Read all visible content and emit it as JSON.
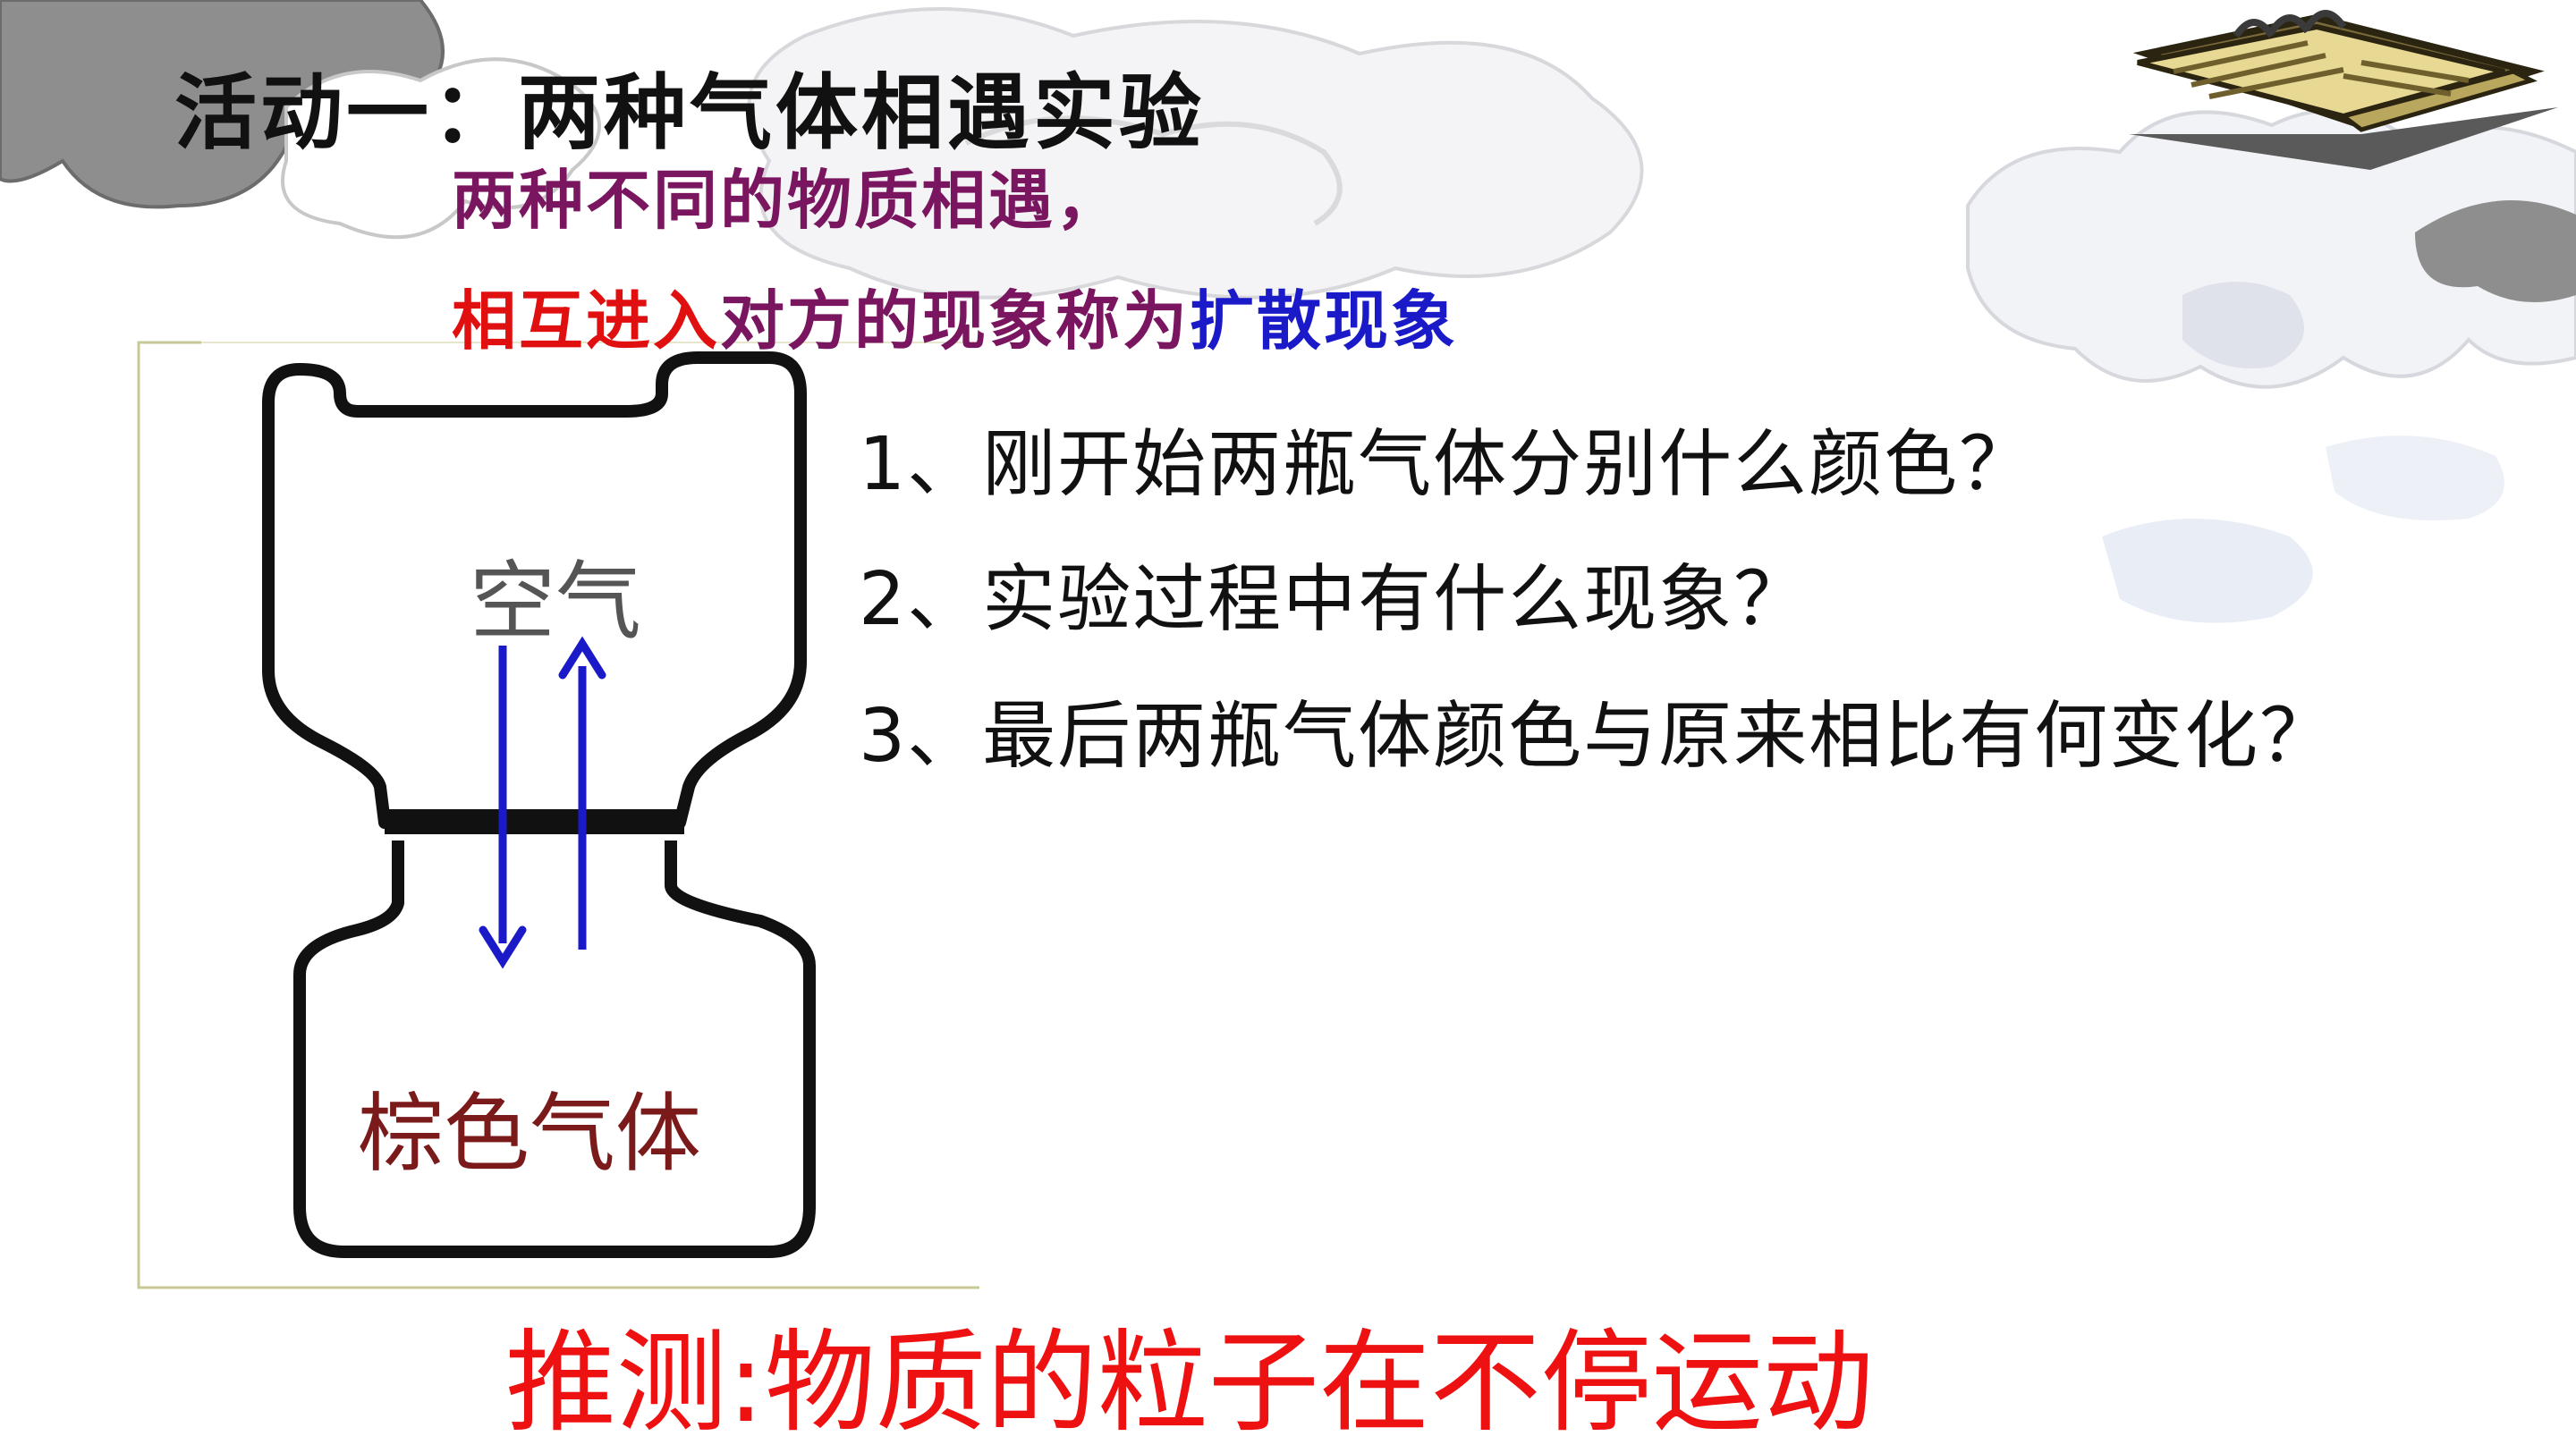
{
  "slide": {
    "title": "活动一：两种气体相遇实验",
    "definition": {
      "line1": "两种不同的物质相遇，",
      "line2_part1": "相互进入",
      "line2_part2": "对方的现象称为",
      "line2_part3": "扩散现象"
    },
    "questions": [
      "1、刚开始两瓶气体分别什么颜色？",
      "2、实验过程中有什么现象？",
      "3、最后两瓶气体颜色与原来相比有何变化？"
    ],
    "diagram": {
      "top_label": "空气",
      "bottom_label": "棕色气体"
    },
    "inference": "推测:物质的粒子在不停运动"
  },
  "colors": {
    "title": "#111111",
    "definition_maroon": "#7a1560",
    "definition_red": "#e01010",
    "definition_blue": "#1a1ac8",
    "inference": "#ee1111",
    "arrow": "#1a1ac8",
    "cloud_gray": "#8e8e8e"
  }
}
